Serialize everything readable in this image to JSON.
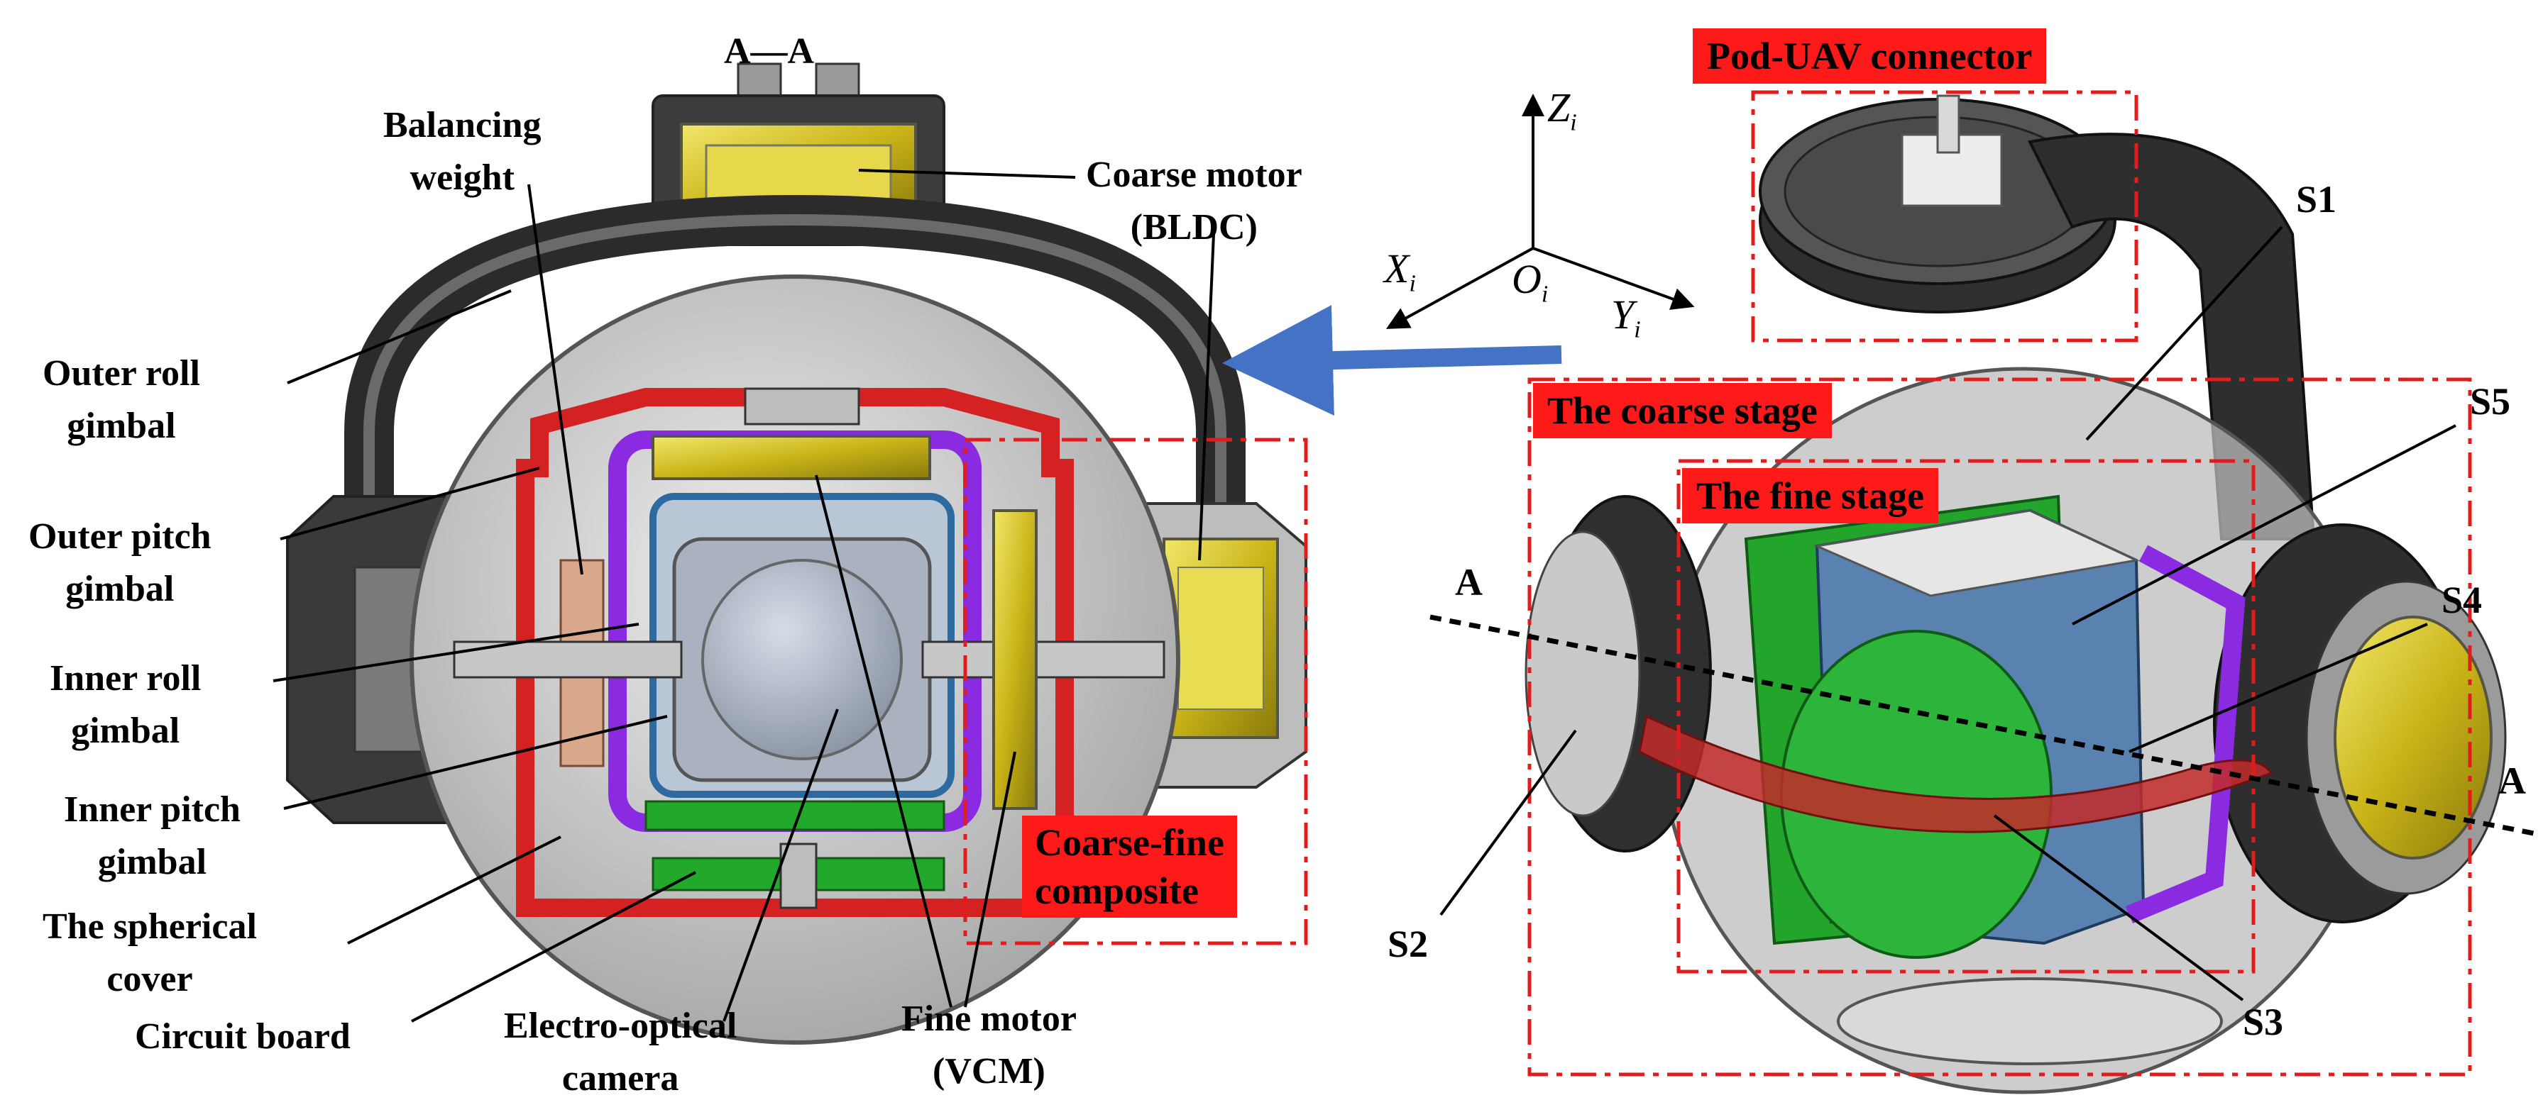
{
  "section_title": "A—A",
  "left_labels": {
    "balancing_weight": [
      "Balancing",
      "weight"
    ],
    "coarse_motor": [
      "Coarse motor",
      "(BLDC)"
    ],
    "outer_roll": [
      "Outer roll",
      "gimbal"
    ],
    "outer_pitch": [
      "Outer pitch",
      "gimbal"
    ],
    "inner_roll": [
      "Inner roll",
      "gimbal"
    ],
    "inner_pitch": [
      "Inner pitch",
      "gimbal"
    ],
    "spherical_cover": [
      "The spherical",
      "cover"
    ],
    "circuit_board": "Circuit board",
    "camera": [
      "Electro-optical",
      "camera"
    ],
    "fine_motor": [
      "Fine motor",
      "(VCM)"
    ],
    "composite": [
      "Coarse-fine",
      "composite"
    ]
  },
  "axes": {
    "z": "Z",
    "z_sub": "i",
    "x": "X",
    "x_sub": "i",
    "o": "O",
    "o_sub": "i",
    "y": "Y",
    "y_sub": "i"
  },
  "right_labels": {
    "connector": "Pod-UAV connector",
    "coarse_stage": "The coarse stage",
    "fine_stage": "The fine stage",
    "section_a_left": "A",
    "section_a_right": "A",
    "s1": "S1",
    "s2": "S2",
    "s3": "S3",
    "s4": "S4",
    "s5": "S5"
  },
  "colors": {
    "highlight_red": "#ff1a1a",
    "dash_red": "#e21c1c",
    "arrow_blue": "#4472c4",
    "gimbal_red": "#d42222",
    "gimbal_purple": "#8a2be2",
    "motor_yellow": "#d9c21a",
    "board_green": "#22a82a",
    "body_gray": "#cfcfcf",
    "dark_gray": "#3a3a3a"
  }
}
